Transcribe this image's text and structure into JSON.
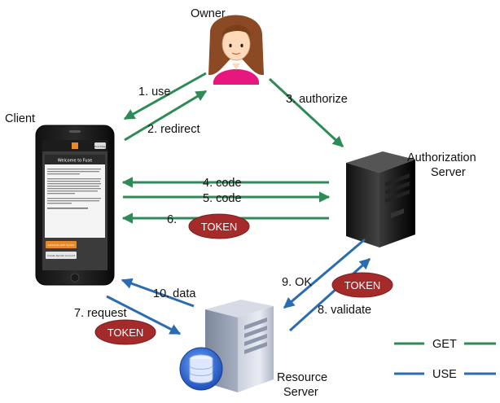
{
  "actors": {
    "owner": "Owner",
    "client": "Client",
    "auth_server_line1": "Authorization",
    "auth_server_line2": "Server",
    "resource_server_line1": "Resource",
    "resource_server_line2": "Server"
  },
  "flows": {
    "step1": "1. use",
    "step2": "2. redirect",
    "step3": "3. authorize",
    "step4": "4. code",
    "step5": "5. code",
    "step6": "6.",
    "step7": "7. request",
    "step8": "8. validate",
    "step9": "9. OK",
    "step10": "10. data"
  },
  "token_label": "TOKEN",
  "legend": {
    "get": "GET",
    "use": "USE"
  },
  "colors": {
    "get_arrow": "#2e8b57",
    "use_arrow": "#2b6cb0",
    "token_fill": "#a52a2a"
  },
  "phone_screen": {
    "topbar_icon": "fuse-logo-icon",
    "topbar_button": "Find Help",
    "header": "Welcome to Fuse",
    "paragraph1": "Fuse is a connected-car application that is designed to give your car a voice and connect it to the rest of your online life.",
    "paragraph2": "Fuse data is stored in a personal cloud from Kynetx that is designed to protect the privacy of your data and put it under your control. You can use the \"Authorize\" button to link to an existing Kynetx account or use the \"Create\" button to create a new account.",
    "paragraph3": "Note: please don't sign in with a SquareTag account. Rather, we recommend you create a new account.",
    "paragraph4": "Read \"Getting Started\" under Help",
    "authorize_button": "Authorize with Kynetx",
    "create_button": "Create Kynetx Account"
  }
}
